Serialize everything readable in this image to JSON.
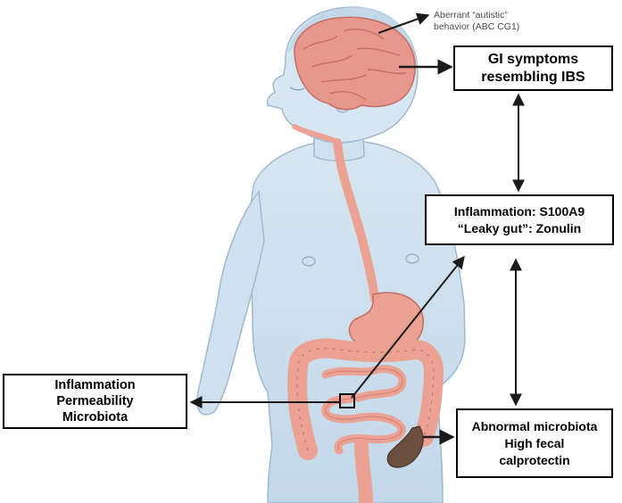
{
  "annotations": {
    "brain_note": {
      "line1": "Aberrant “autistic”",
      "line2": "behavior (ABC CG1)"
    }
  },
  "boxes": {
    "gi_symptoms": {
      "line1": "GI symptoms",
      "line2": "resembling IBS"
    },
    "inflammation_markers": {
      "line1": "Inflammation: S100A9",
      "line2": "“Leaky gut”: Zonulin"
    },
    "gut_factors": {
      "line1": "Inflammation",
      "line2": "Permeability",
      "line3": "Microbiota"
    },
    "microbiota": {
      "line1": "Abnormal microbiota",
      "line2": "High fecal",
      "line3": "calprotectin"
    }
  },
  "colors": {
    "skin": "#cfe1ef",
    "skin_outline": "#9fb9cf",
    "organ": "#eba293",
    "organ_outline": "#c46f62",
    "brain": "#e7978b",
    "stool": "#6b4e3d",
    "arrow": "#1a1a1a"
  }
}
